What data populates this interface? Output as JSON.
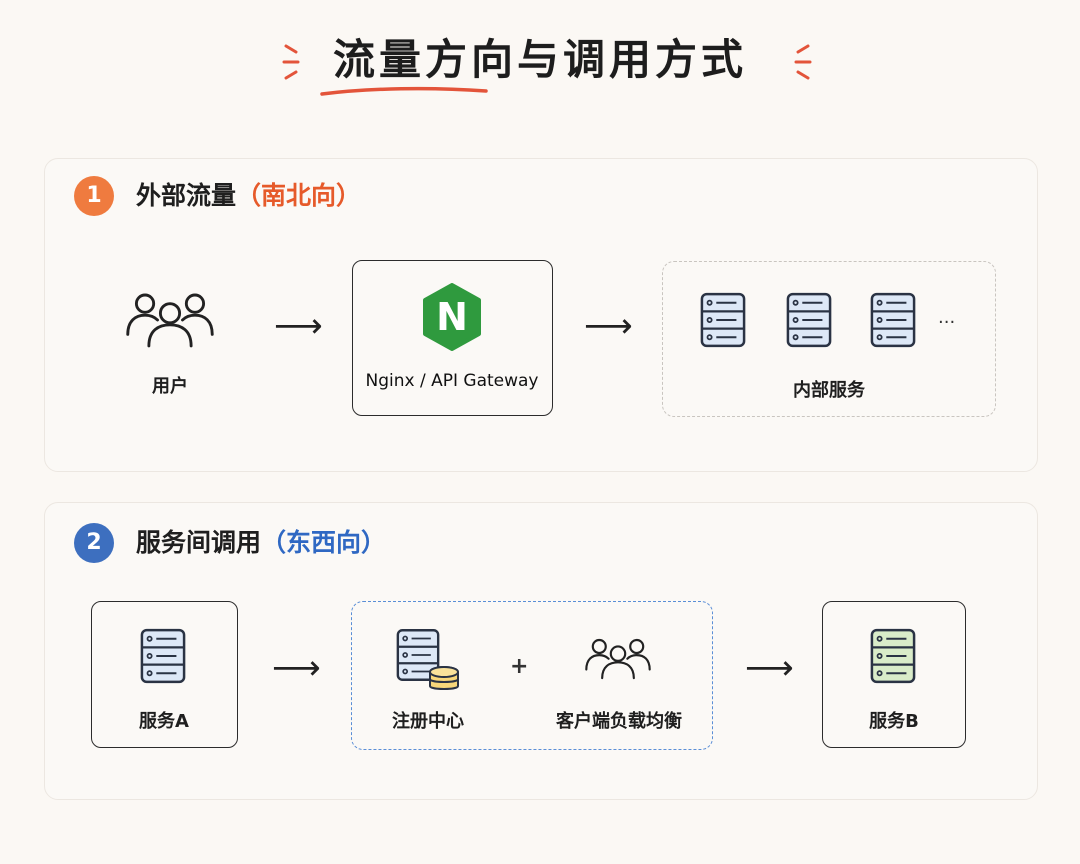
{
  "title": "流量方向与调用方式",
  "sections": [
    {
      "number": "1",
      "heading": "外部流量",
      "direction": "（南北向）",
      "nodes": {
        "users": "用户",
        "gateway": "Nginx / API Gateway",
        "gateway_logo_letter": "N",
        "internal": "内部服务",
        "ellipsis": "···"
      }
    },
    {
      "number": "2",
      "heading": "服务间调用",
      "direction": "（东西向）",
      "nodes": {
        "service_a": "服务A",
        "registry": "注册中心",
        "plus": "+",
        "client_lb": "客户端负载均衡",
        "service_b": "服务B"
      }
    }
  ],
  "arrows": {
    "symbol": "⟶"
  },
  "colors": {
    "badge_1": "#ef7b3f",
    "badge_2": "#3d6fbf",
    "direction_1": "#e65a2a",
    "direction_2": "#2f68c3",
    "accent_underline": "#e3543a",
    "nginx_green": "#2f9a3e",
    "server_blue": "#dde8f7",
    "server_green": "#d9ecc9",
    "db_yellow": "#f7d77a"
  },
  "icons": [
    "users-icon",
    "nginx-logo",
    "server-icon",
    "database-icon"
  ]
}
